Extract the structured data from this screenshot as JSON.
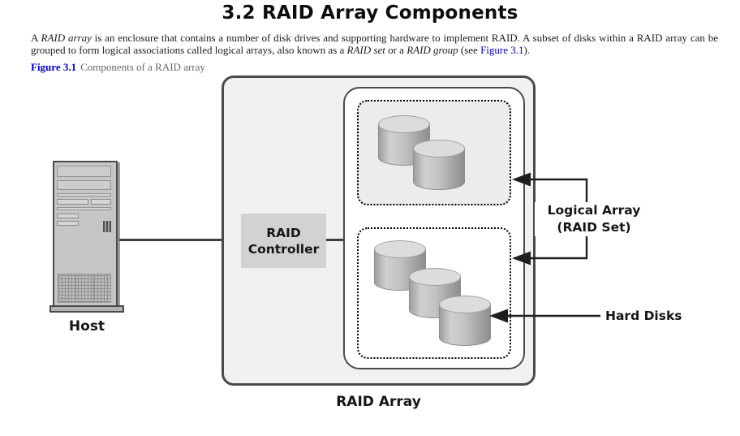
{
  "document": {
    "title": "3.2 RAID Array Components",
    "paragraph": {
      "seg1": "A ",
      "term_raid_array": "RAID array",
      "seg2": " is an enclosure that contains a number of disk drives and supporting hardware to implement RAID. A subset of disks within a RAID array can be grouped to form logical associations called logical arrays, also known as a ",
      "term_raid_set": "RAID set",
      "seg3": " or a ",
      "term_raid_group": "RAID group",
      "seg4": " (see ",
      "figure_link": "Figure 3.1",
      "seg5": ")."
    },
    "caption": {
      "label": "Figure 3.1",
      "text": "Components of a RAID array"
    }
  },
  "diagram": {
    "host_label": "Host",
    "raid_controller_label": "RAID Controller",
    "raid_array_label": "RAID Array",
    "logical_array_label_line1": "Logical Array",
    "logical_array_label_line2": "(RAID Set)",
    "hard_disks_label": "Hard Disks",
    "logical_array_1_disk_count": 2,
    "logical_array_2_disk_count": 3,
    "colors": {
      "link_blue": "#0000cc",
      "caption_text_gray": "#666666",
      "raid_array_fill": "#f1f1f1",
      "inner_enclosure_fill": "#ffffff",
      "logical_array_1_fill": "#ececec",
      "logical_array_2_fill": "#ffffff",
      "controller_fill": "#d2d2d2",
      "outline_dark": "#4a4a4a",
      "disk_top_fill": "#dcdcdc"
    }
  }
}
